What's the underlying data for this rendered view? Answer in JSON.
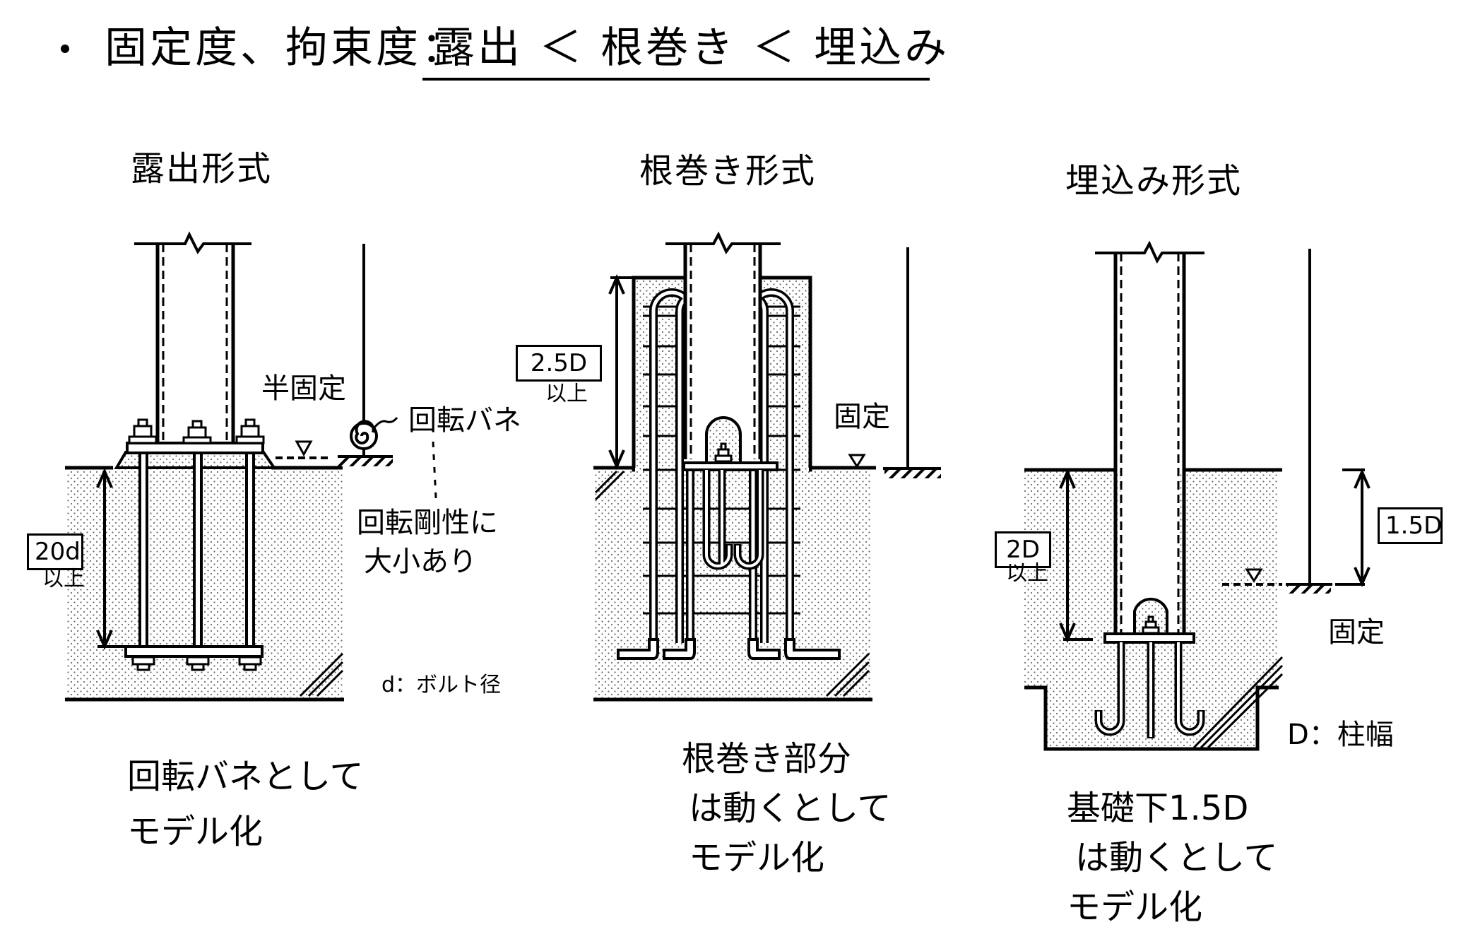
{
  "title": {
    "prefix": "固定度、拘束度：",
    "ranking": "露出 ＜ 根巻き ＜ 埋込み"
  },
  "diagrams": [
    {
      "heading": "露出形式",
      "support_label": "半固定",
      "spring_label": "回転バネ",
      "note": [
        "回転剛性に",
        "大小あり"
      ],
      "dimension": {
        "value": "20d",
        "qualifier": "以上"
      },
      "legend": "d：ボルト径",
      "caption": [
        "回転バネとして",
        "モデル化"
      ]
    },
    {
      "heading": "根巻き形式",
      "support_label": "固定",
      "dimension": {
        "value": "2.5D",
        "qualifier": "以上"
      },
      "caption": [
        "根巻き部分",
        "は動くとして",
        "モデル化"
      ]
    },
    {
      "heading": "埋込み形式",
      "support_label": "固定",
      "dimension": {
        "value": "2D",
        "qualifier": "以上"
      },
      "model_dimension": {
        "value": "1.5D"
      },
      "legend": "D：柱幅",
      "caption": [
        "基礎下1.5D",
        "は動くとして",
        "モデル化"
      ]
    }
  ]
}
